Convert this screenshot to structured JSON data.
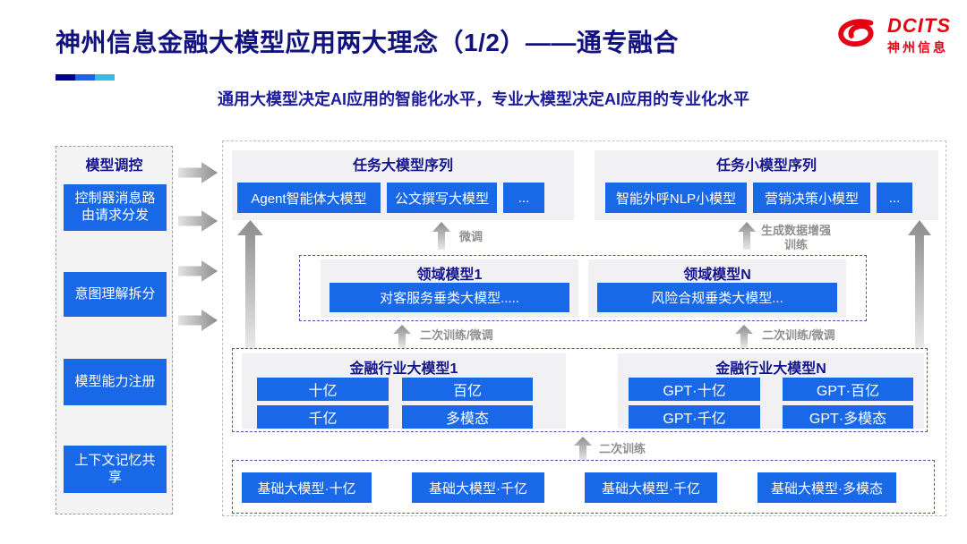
{
  "slide": {
    "title": "神州信息金融大模型应用两大理念（1/2）——通专融合",
    "subtitle": "通用大模型决定AI应用的智能化水平，专业大模型决定AI应用的专业化水平",
    "logo": {
      "brand": "DCITS",
      "brand_cn": "神州信息"
    }
  },
  "sidebar": {
    "title": "模型调控",
    "items": [
      "控制器消息路由请求分发",
      "意图理解拆分",
      "模型能力注册",
      "上下文记忆共享"
    ]
  },
  "task_large": {
    "title": "任务大模型序列",
    "boxes": [
      "Agent智能体大模型",
      "公文撰写大模型",
      "..."
    ]
  },
  "task_small": {
    "title": "任务小模型序列",
    "boxes": [
      "智能外呼NLP小模型",
      "营销决策小模型",
      "..."
    ]
  },
  "domain_models": [
    {
      "title": "领域模型1",
      "box": "对客服务垂类大模型....."
    },
    {
      "title": "领域模型N",
      "box": "风险合规垂类大模型..."
    }
  ],
  "industry_models": [
    {
      "title": "金融行业大模型1",
      "boxes": [
        "十亿",
        "百亿",
        "千亿",
        "多模态"
      ]
    },
    {
      "title": "金融行业大模型N",
      "boxes": [
        "GPT·十亿",
        "GPT·百亿",
        "GPT·千亿",
        "GPT·多模态"
      ]
    }
  ],
  "base_models": [
    "基础大模型·十亿",
    "基础大模型·千亿",
    "基础大模型·千亿",
    "基础大模型·多模态"
  ],
  "flow_labels": {
    "finetune": "微调",
    "augment": "生成数据增强训练",
    "retrain_finetune_left": "二次训练/微调",
    "retrain_finetune_right": "二次训练/微调",
    "retrain": "二次训练"
  },
  "colors": {
    "primary_blue": "#1868E8",
    "navy_text": "#14148C",
    "logo_red": "#E60012",
    "arrow_gray": "#8F8F8F"
  }
}
